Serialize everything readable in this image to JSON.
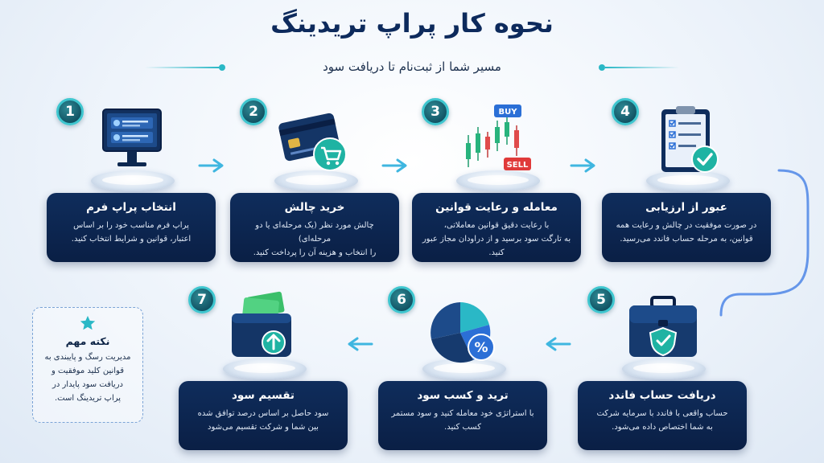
{
  "header": {
    "title": "نحوه کار پراپ تریدینگ",
    "subtitle": "مسیر شما از ثبت‌نام تا دریافت سود"
  },
  "colors": {
    "accent_teal": "#2ab8c6",
    "card_navy": "#0f2d5c",
    "flow_blue": "#4d86e6",
    "money_green": "#3bbf6a",
    "buy_blue": "#2b6fd6",
    "sell_red": "#e03a3a"
  },
  "steps": [
    {
      "number": "1",
      "icon": "monitor-profile-icon",
      "title": "انتخاب پراپ فرم",
      "desc_line1": "پراپ فرم مناسب خود را بر اساس",
      "desc_line2": "اعتبار، قوانین و شرایط انتخاب کنید."
    },
    {
      "number": "2",
      "icon": "credit-card-cart-icon",
      "title": "خرید چالش",
      "desc_line1": "چالش مورد نظر (یک مرحله‌ای یا دو مرحله‌ای)",
      "desc_line2": "را انتخاب و هزینه آن را پرداخت کنید."
    },
    {
      "number": "3",
      "icon": "candlestick-chart-icon",
      "title": "معامله و رعایت قوانین",
      "desc_line1": "با رعایت دقیق قوانین معاملاتی،",
      "desc_line2": "به تارگت سود برسید و از دراودان مجاز عبور کنید.",
      "buy_label": "BUY",
      "sell_label": "SELL"
    },
    {
      "number": "4",
      "icon": "checklist-clipboard-icon",
      "title": "عبور از ارزیابی",
      "desc_line1": "در صورت موفقیت در چالش و رعایت همه",
      "desc_line2": "قوانین، به مرحله حساب فاندد می‌رسید."
    },
    {
      "number": "5",
      "icon": "briefcase-shield-icon",
      "title": "دریافت حساب فاندد",
      "desc_line1": "حساب واقعی با فاندد با سرمایه شرکت",
      "desc_line2": "به شما اختصاص داده می‌شود."
    },
    {
      "number": "6",
      "icon": "pie-chart-percent-icon",
      "title": "ترید و کسب سود",
      "desc_line1": "با استراتژی خود معامله کنید و سود مستمر",
      "desc_line2": "کسب کنید."
    },
    {
      "number": "7",
      "icon": "wallet-money-icon",
      "title": "تقسیم سود",
      "desc_line1": "سود حاصل بر اساس درصد توافق شده",
      "desc_line2": "بین شما و شرکت تقسیم می‌شود"
    }
  ],
  "note": {
    "icon": "star-icon",
    "title": "نکته مهم",
    "line1": "مدیریت رسگ و پایبندی به",
    "line2": "قوانین کلید موفقیت و",
    "line3": "دریافت سود پایدار در",
    "line4": "پراپ تریدینگ است."
  }
}
